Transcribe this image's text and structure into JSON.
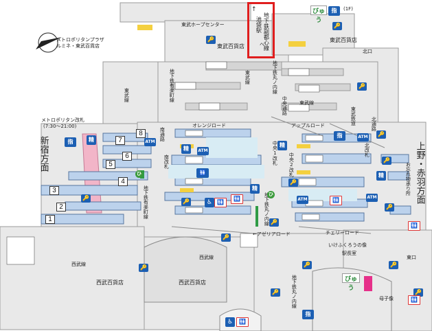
{
  "highlight_color": "#e01e1e",
  "colors": {
    "platform": "#bcd2ec",
    "concourse": "#e9e9e9",
    "wall": "#8c8c8c",
    "pink": "#f2b5c8",
    "info": "#1c5fb3"
  },
  "compass": {
    "icon": "north-arrow-icon"
  },
  "labels": {
    "metro_plaza": "メトロポリタンプラザ",
    "lumine": "ルミネ・東武百貨店",
    "tobu_hope": "東武ホープセンター",
    "tobu_dept_top": "東武百貨店",
    "tobu_dept_mid": "東武百貨店",
    "floor_1f": "(1F)",
    "fukutoshin_arrow": "↑",
    "fukutoshin": "地下鉄副都心線",
    "fukutoshin_paren_left": "池袋駅",
    "fukutoshin_paren_right": "へ",
    "kita_guchi": "北口",
    "tobu_line_left": "東武線",
    "tobu_line_center": "東武線",
    "yurakucho": "地下鉄有楽町線",
    "marunouchi_top": "地下鉄丸ノ内線",
    "chuo_dori": "中央通路",
    "tobu_line_right": "東武線",
    "tobu_ticket": "東武鉄道",
    "metropolitan_gate": "メトロポリタン改札",
    "metropolitan_hours": "(7:30〜21:00)",
    "orange_road": "オレンジロード",
    "apple_road": "アップルロード",
    "minami_dori": "南通路",
    "minami_kaisatsu": "南改札",
    "chuo1": "中央1改札",
    "chuo2": "中央2改札",
    "kita_kaisatsu": "北改札",
    "kita_dori": "北通路",
    "shinjuku": "新宿方面",
    "ueno": "上野・赤羽方面",
    "lost_found": "お忘れ物承り所",
    "yurakucho_bottom": "地下鉄有楽町線",
    "marunouchi_mid": "地下鉄丸ノ内線",
    "cherry_road": "チェリーロード",
    "azalea_road": "←アゼリアロード",
    "seibu_line_left": "西武線",
    "seibu_line_center": "西武線",
    "seibu_dept_left": "西武百貨店",
    "seibu_dept_right": "西武百貨店",
    "ikefukuro": "いけふくろうの像",
    "stationmaster": "駅長室",
    "higashi_guchi": "東口",
    "boshi_zo": "母子像",
    "marunouchi_bottom": "地下鉄丸ノ内線",
    "ecute": "びゅう"
  },
  "platforms": [
    "1",
    "2",
    "3",
    "4",
    "5",
    "6",
    "7",
    "8"
  ],
  "icons": {
    "info": "指",
    "key": "🔑",
    "atm": "ATM",
    "seisan": "精",
    "toilet": "🚻",
    "wc": "♿",
    "green": "ひ"
  }
}
